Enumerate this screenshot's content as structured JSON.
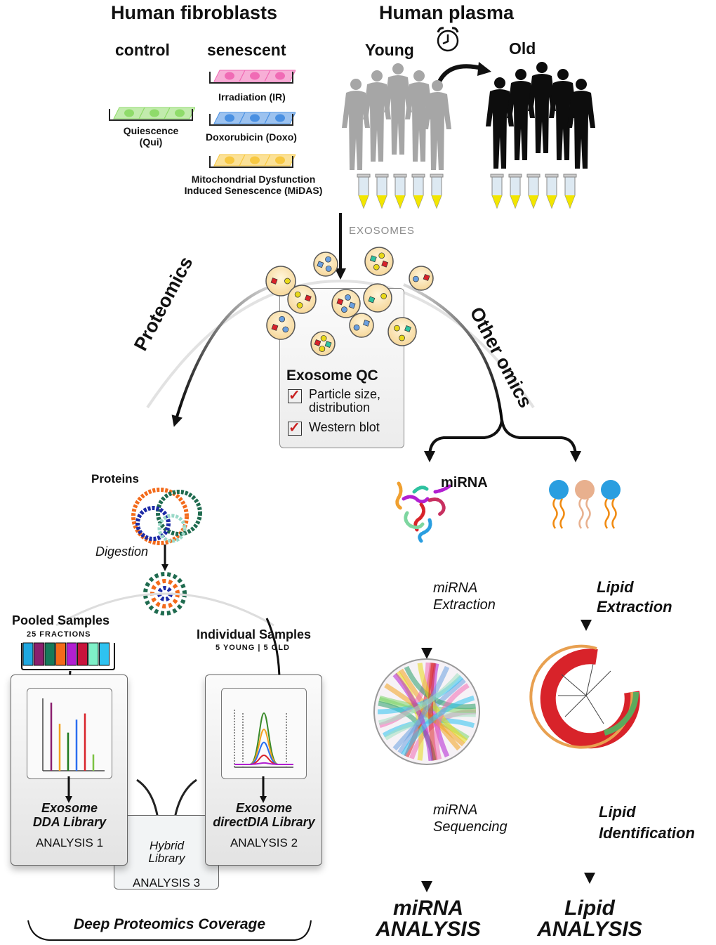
{
  "fibroblasts": {
    "title": "Human fibroblasts",
    "control_label": "control",
    "senescent_label": "senescent",
    "control": {
      "line1": "Quiescence",
      "line2": "(Qui)",
      "color": "#8fdb6a"
    },
    "senescent": [
      {
        "label": "Irradiation (IR)",
        "color": "#f06bb5"
      },
      {
        "label": "Doxorubicin (Doxo)",
        "color": "#4a90e2"
      },
      {
        "line1": "Mitochondrial Dysfunction",
        "line2": "Induced Senescence (MiDAS)",
        "color": "#f7c842"
      }
    ]
  },
  "plasma": {
    "title": "Human plasma",
    "young_label": "Young",
    "old_label": "Old",
    "clock_icon": "alarm-clock-icon",
    "tube_count": 5
  },
  "exosomes": {
    "label": "EXOSOMES",
    "qc_title": "Exosome QC",
    "qc_items": [
      {
        "line1": "Particle size,",
        "line2": "distribution"
      },
      {
        "line1": "Western blot",
        "line2": ""
      }
    ]
  },
  "branches": {
    "proteomics": "Proteomics",
    "other_omics": "Other omics"
  },
  "proteomics": {
    "proteins_label": "Proteins",
    "digestion_label": "Digestion",
    "pooled_title": "Pooled Samples",
    "pooled_sub": "25 FRACTIONS",
    "fraction_colors": [
      "#1fa8e0",
      "#8b1f6e",
      "#157a5a",
      "#f36a1a",
      "#b21fd1",
      "#c8143c",
      "#7ef0c8",
      "#2ec2f0"
    ],
    "individual_title": "Individual Samples",
    "individual_sub": "5 YOUNG | 5 OLD",
    "analysis1": {
      "line1": "Exosome",
      "line2": "DDA Library",
      "label": "ANALYSIS 1"
    },
    "analysis2": {
      "line1": "Exosome",
      "line2": "directDIA Library",
      "label": "ANALYSIS 2"
    },
    "analysis3": {
      "line1": "Hybrid",
      "line2": "Library",
      "label": "ANALYSIS 3"
    },
    "coverage_label": "Deep Proteomics Coverage",
    "dda_bars": [
      {
        "color": "#8b1f6e",
        "value": 1.0
      },
      {
        "color": "#f2a21d",
        "value": 0.69
      },
      {
        "color": "#1f7a1f",
        "value": 0.56
      },
      {
        "color": "#2a6ef0",
        "value": 0.75
      },
      {
        "color": "#d8232a",
        "value": 0.84
      },
      {
        "color": "#7cc242",
        "value": 0.24
      }
    ],
    "dia_peaks": [
      {
        "color": "#3a8a2a",
        "value": 1.0
      },
      {
        "color": "#f2a21d",
        "value": 0.7
      },
      {
        "color": "#2a6ef0",
        "value": 0.46
      },
      {
        "color": "#d8232a",
        "value": 0.22
      },
      {
        "color": "#b21fd1",
        "value": 0.08
      }
    ]
  },
  "other": {
    "mirna_label": "miRNA",
    "mirna_step1": {
      "line1": "miRNA",
      "line2": "Extraction"
    },
    "mirna_step2": {
      "line1": "miRNA",
      "line2": "Sequencing"
    },
    "mirna_result": {
      "line1": "miRNA",
      "line2": "ANALYSIS"
    },
    "lipid_step1": {
      "line1": "Lipid",
      "line2": "Extraction"
    },
    "lipid_step2": {
      "line1": "Lipid",
      "line2": "Identification"
    },
    "lipid_result": {
      "line1": "Lipid",
      "line2": "ANALYSIS"
    },
    "lipid_head_colors": [
      "#2a9ee0",
      "#e8b08e",
      "#2a9ee0"
    ]
  }
}
